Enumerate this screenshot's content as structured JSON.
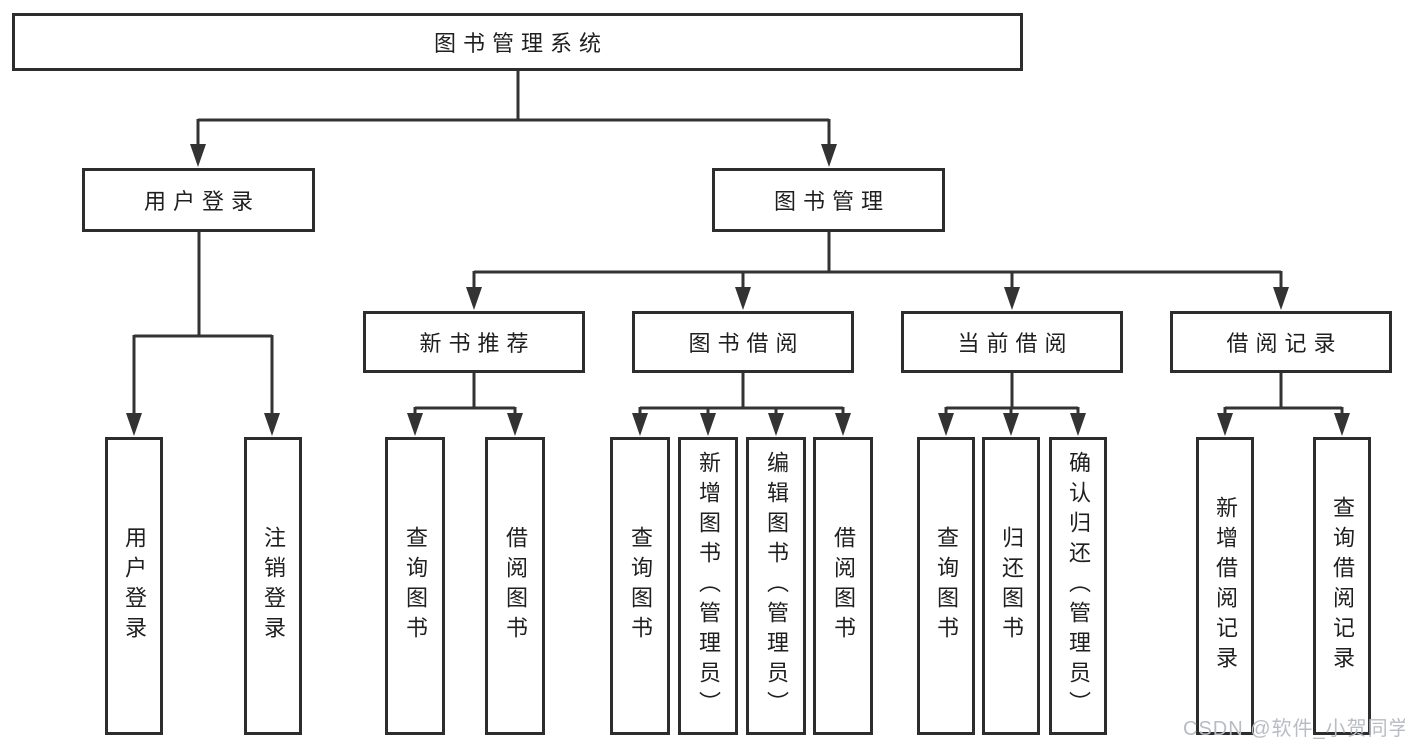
{
  "colors": {
    "background": "#ffffff",
    "line": "#333333",
    "box_border": "#2d2d2d",
    "text": "#1f1f1f",
    "watermark": "#b8bdc4"
  },
  "tree": {
    "root": {
      "label": "图书管理系统"
    },
    "branches": [
      {
        "label": "用户登录",
        "children": [
          {
            "label": "用户登录"
          },
          {
            "label": "注销登录"
          }
        ]
      },
      {
        "label": "图书管理",
        "children": [
          {
            "label": "新书推荐",
            "children": [
              {
                "label": "查询图书"
              },
              {
                "label": "借阅图书"
              }
            ]
          },
          {
            "label": "图书借阅",
            "children": [
              {
                "label": "查询图书"
              },
              {
                "label": "新增图书（管理员）"
              },
              {
                "label": "编辑图书（管理员）"
              },
              {
                "label": "借阅图书"
              }
            ]
          },
          {
            "label": "当前借阅",
            "children": [
              {
                "label": "查询图书"
              },
              {
                "label": "归还图书"
              },
              {
                "label": "确认归还（管理员）"
              }
            ]
          },
          {
            "label": "借阅记录",
            "children": [
              {
                "label": "新增借阅记录"
              },
              {
                "label": "查询借阅记录"
              }
            ]
          }
        ]
      }
    ]
  },
  "watermark": {
    "label": "CSDN @软件_小贺同学"
  }
}
